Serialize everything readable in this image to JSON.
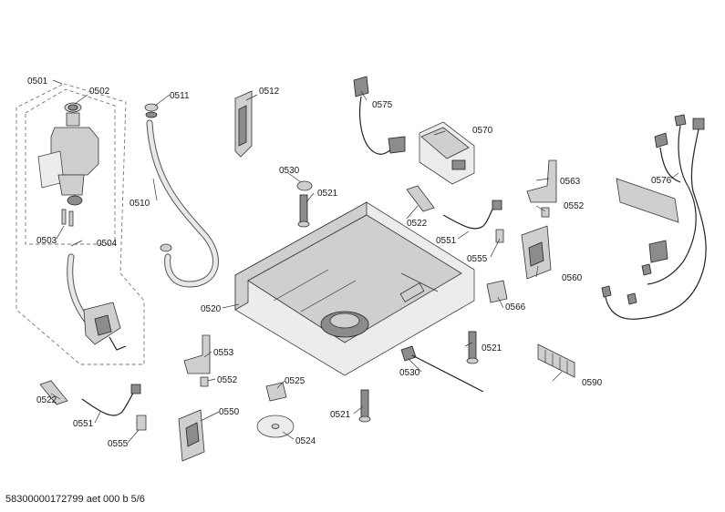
{
  "labels": {
    "l0501": "0501",
    "l0502": "0502",
    "l0503": "0503",
    "l0504": "0504",
    "l0510": "0510",
    "l0511": "0511",
    "l0512": "0512",
    "l0520": "0520",
    "l0521a": "0521",
    "l0521b": "0521",
    "l0521c": "0521",
    "l0522a": "0522",
    "l0522b": "0522",
    "l0524": "0524",
    "l0525": "0525",
    "l0530a": "0530",
    "l0530b": "0530",
    "l0550": "0550",
    "l0551a": "0551",
    "l0551b": "0551",
    "l0552a": "0552",
    "l0552b": "0552",
    "l0553": "0553",
    "l0555a": "0555",
    "l0555b": "0555",
    "l0560": "0560",
    "l0563": "0563",
    "l0566": "0566",
    "l0570": "0570",
    "l0575": "0575",
    "l0576": "0576",
    "l0590": "0590"
  },
  "footer": {
    "document_id": "58300000172799 aet 000 b 5/6"
  }
}
